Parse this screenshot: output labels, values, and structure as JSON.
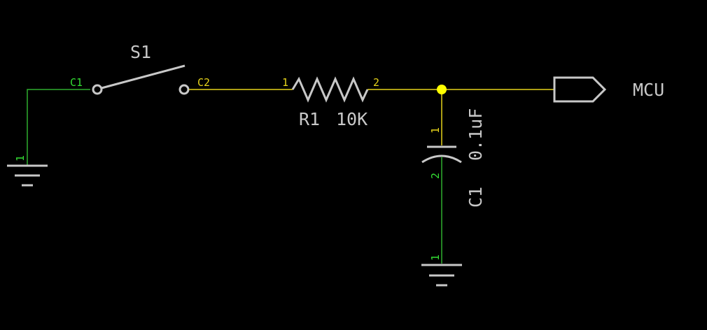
{
  "colors": {
    "net": "#e6d31a",
    "gnd_wire": "#2fae2f",
    "part": "#c8c8c8",
    "pin_green": "#33dd33",
    "junction": "#ffff00",
    "background": "#000000"
  },
  "switch": {
    "ref": "S1",
    "pin_left": "C1",
    "pin_right": "C2"
  },
  "resistor": {
    "ref": "R1",
    "value": "10K",
    "pin1": "1",
    "pin2": "2"
  },
  "capacitor": {
    "ref": "C1",
    "value": "0.1uF",
    "pin1": "1",
    "pin2": "2"
  },
  "grounds": {
    "left_pin": "1",
    "bottom_pin": "1"
  },
  "port": {
    "label": "MCU",
    "icon": "hierarchical-port-icon"
  }
}
